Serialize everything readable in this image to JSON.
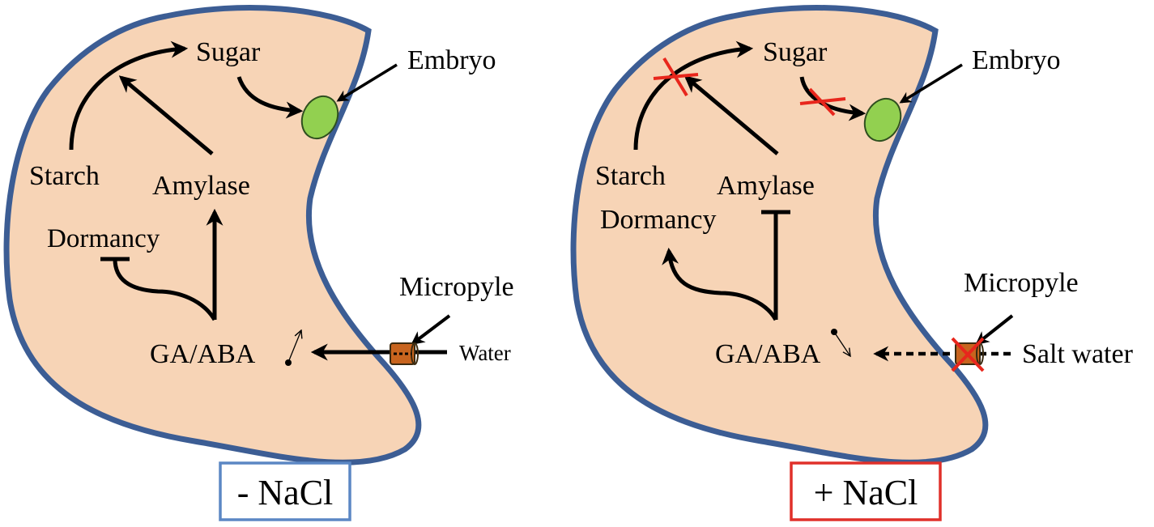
{
  "colors": {
    "seed_fill": "#f7d4b6",
    "seed_stroke": "#3c5d94",
    "embryo_fill": "#92d050",
    "embryo_stroke": "#2f4f1f",
    "micropyle_fill": "#c8641e",
    "block_mark": "#e8261c",
    "minus_box": "#5b87c4",
    "plus_box": "#e0302a"
  },
  "left_panel": {
    "sugar": "Sugar",
    "embryo": "Embryo",
    "starch": "Starch",
    "amylase": "Amylase",
    "dormancy": "Dormancy",
    "micropyle": "Micropyle",
    "ga_aba": "GA/ABA",
    "water": "Water",
    "condition": "- NaCl"
  },
  "right_panel": {
    "sugar": "Sugar",
    "embryo": "Embryo",
    "starch": "Starch",
    "amylase": "Amylase",
    "dormancy": "Dormancy",
    "micropyle": "Micropyle",
    "ga_aba": "GA/ABA",
    "water": "Salt water",
    "condition": "+ NaCl"
  }
}
